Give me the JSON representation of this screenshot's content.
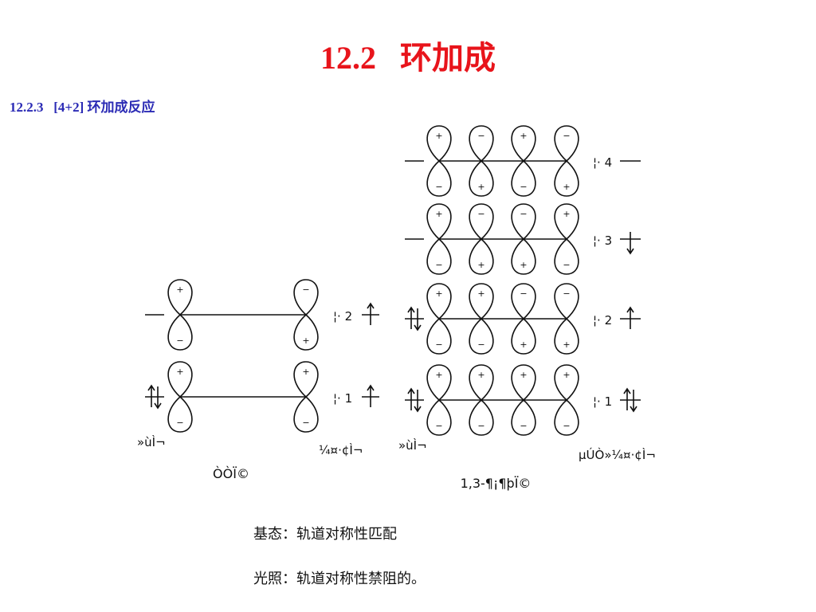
{
  "title": "12.2   环加成",
  "subtitle": "12.2.3   [4+2] 环加成反应",
  "notes": [
    "基态：轨道对称性匹配",
    "光照：轨道对称性禁阻的。"
  ],
  "ethylene": {
    "name": "ÒÒÏ©",
    "homo_label": "»ùÌ¬",
    "excited_label": "¼¤·¢Ì¬",
    "orbitals": [
      {
        "label": "¦· 2",
        "top_signs": [
          "+",
          "−"
        ],
        "bottom_signs": [
          "−",
          "+"
        ]
      },
      {
        "label": "¦· 1",
        "top_signs": [
          "+",
          "+"
        ],
        "bottom_signs": [
          "−",
          "−"
        ]
      }
    ]
  },
  "butadiene": {
    "name": "1,3-¶¡¶þÏ©",
    "homo_label": "»ùÌ¬",
    "excited_label": "µÚÒ»¼¤·¢Ì¬",
    "orbitals": [
      {
        "label": "¦· 4",
        "top_signs": [
          "+",
          "−",
          "+",
          "−"
        ],
        "bottom_signs": [
          "−",
          "+",
          "−",
          "+"
        ]
      },
      {
        "label": "¦· 3",
        "top_signs": [
          "+",
          "−",
          "−",
          "+"
        ],
        "bottom_signs": [
          "−",
          "+",
          "+",
          "−"
        ]
      },
      {
        "label": "¦· 2",
        "top_signs": [
          "+",
          "+",
          "−",
          "−"
        ],
        "bottom_signs": [
          "−",
          "−",
          "+",
          "+"
        ]
      },
      {
        "label": "¦· 1",
        "top_signs": [
          "+",
          "+",
          "+",
          "+"
        ],
        "bottom_signs": [
          "−",
          "−",
          "−",
          "−"
        ]
      }
    ]
  }
}
